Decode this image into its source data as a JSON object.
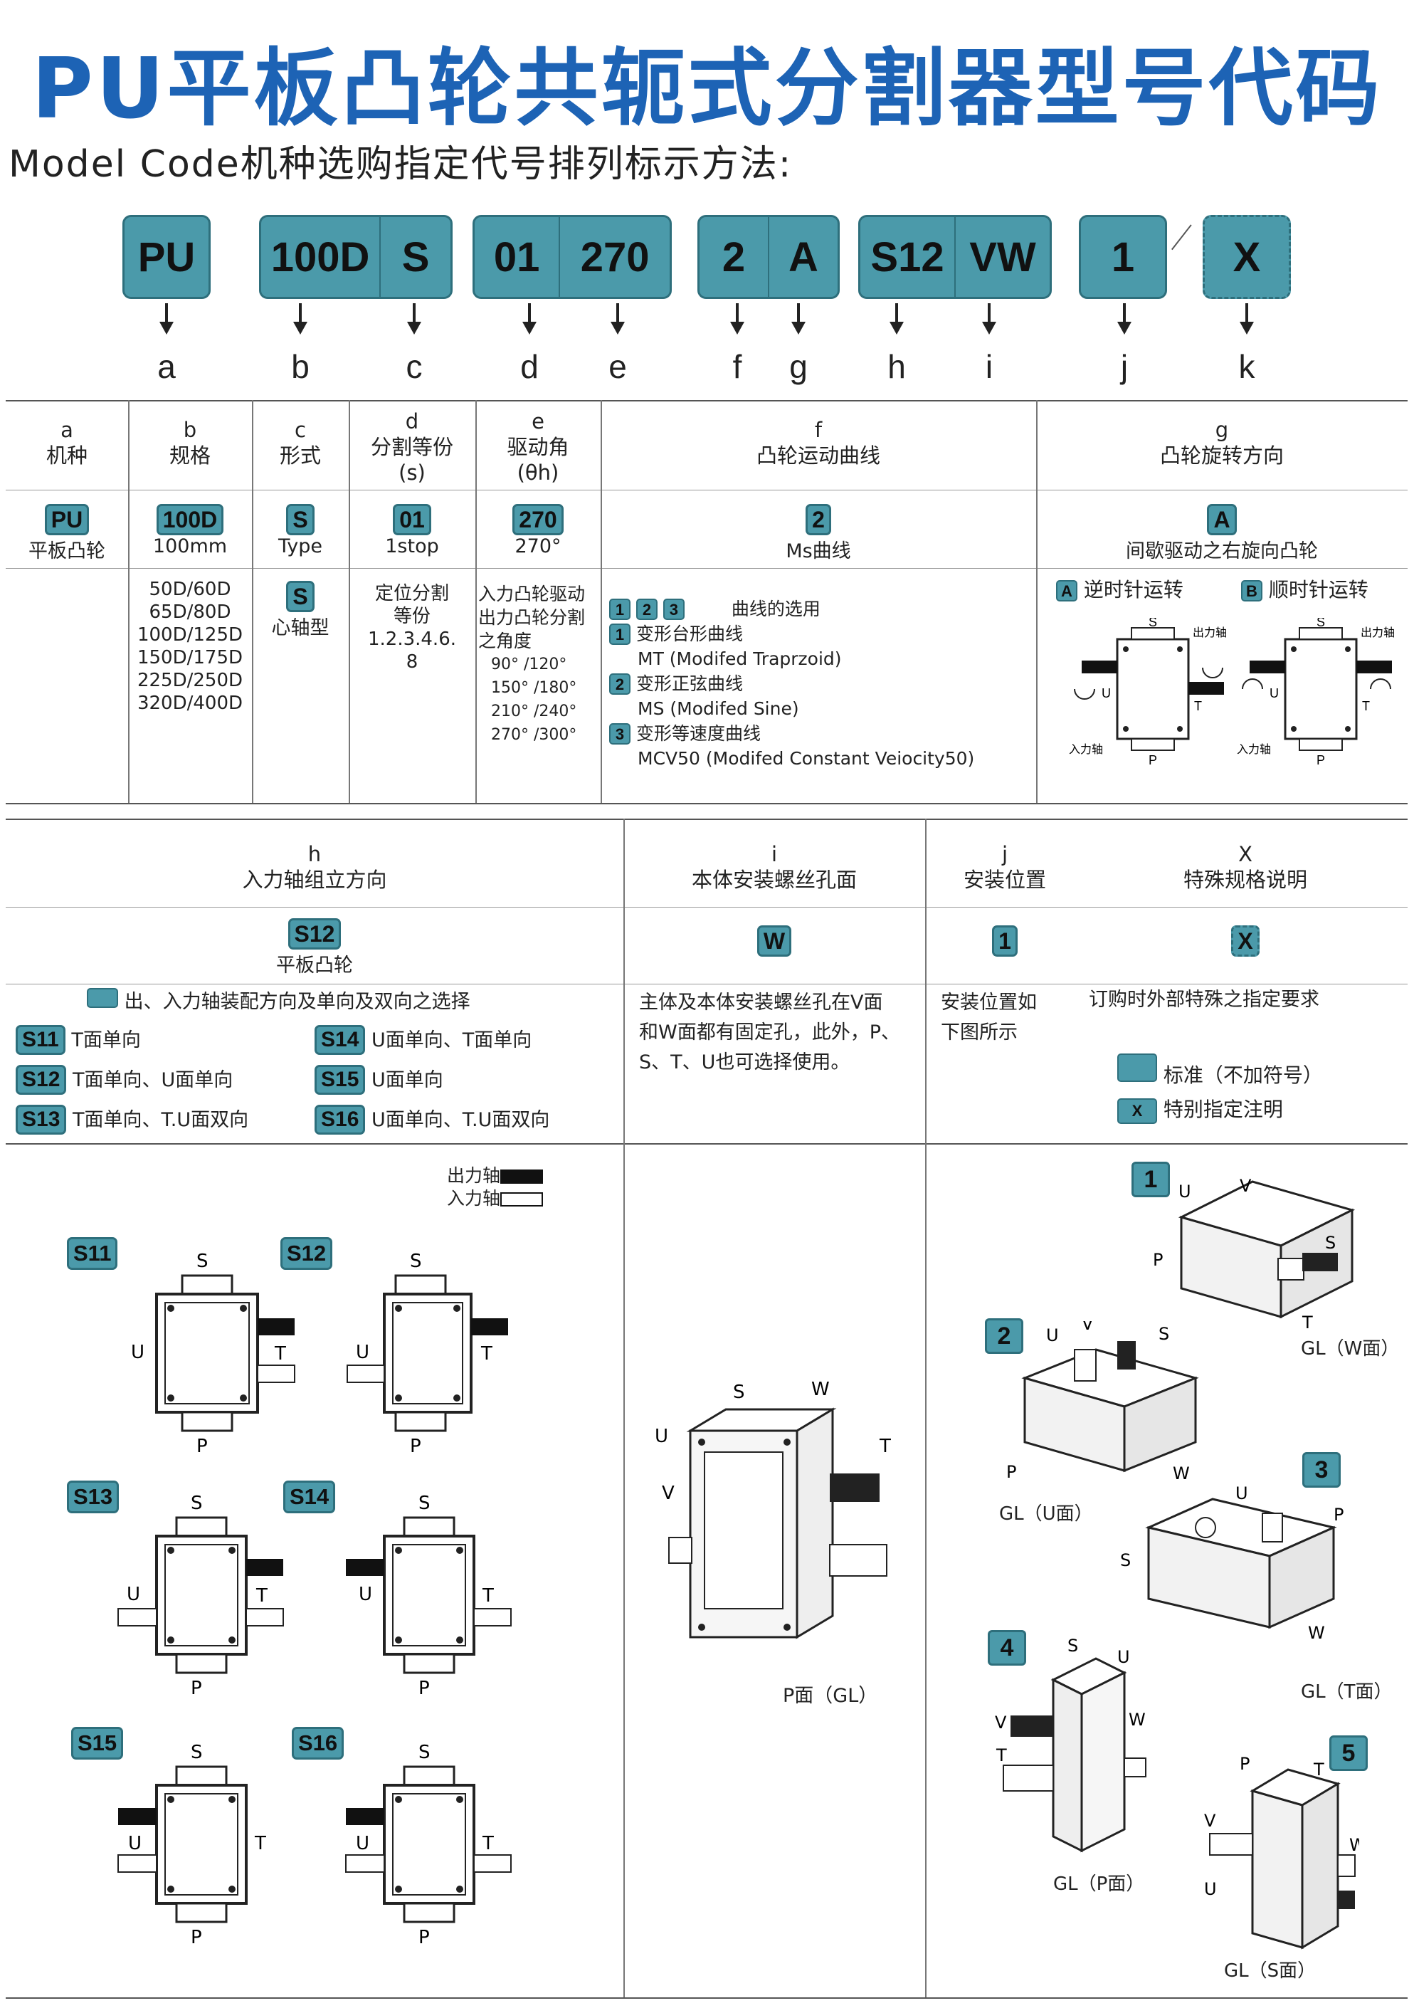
{
  "title": "PU平板凸轮共轭式分割器型号代码",
  "subtitle": "Model Code机种选购指定代号排列标示方法:",
  "code_boxes": [
    {
      "segments": [
        "PU"
      ]
    },
    {
      "segments": [
        "100D",
        "S"
      ]
    },
    {
      "segments": [
        "01",
        "270"
      ]
    },
    {
      "segments": [
        "2",
        "A"
      ]
    },
    {
      "segments": [
        "S12",
        "VW"
      ]
    },
    {
      "segments": [
        "1"
      ]
    },
    {
      "segments": [
        "X"
      ]
    }
  ],
  "letters": [
    "a",
    "b",
    "c",
    "d",
    "e",
    "f",
    "g",
    "h",
    "i",
    "j",
    "k"
  ],
  "table1": {
    "headers": [
      {
        "letter": "a",
        "label": "机种"
      },
      {
        "letter": "b",
        "label": "规格"
      },
      {
        "letter": "c",
        "label": "形式"
      },
      {
        "letter": "d",
        "label": "分割等份",
        "sub": "(s)"
      },
      {
        "letter": "e",
        "label": "驱动角",
        "sub": "(θh)"
      },
      {
        "letter": "f",
        "label": "凸轮运动曲线"
      },
      {
        "letter": "g",
        "label": "凸轮旋转方向"
      }
    ],
    "examples": [
      {
        "code": "PU",
        "desc": "平板凸轮"
      },
      {
        "code": "100D",
        "desc": "100mm"
      },
      {
        "code": "S",
        "desc": "Type"
      },
      {
        "code": "01",
        "desc": "1stop"
      },
      {
        "code": "270",
        "desc": "270°"
      },
      {
        "code": "2",
        "desc": "Ms曲线"
      },
      {
        "code": "A",
        "desc": "间歇驱动之右旋向凸轮"
      }
    ],
    "specs": [
      "50D/60D",
      "65D/80D",
      "100D/125D",
      "150D/175D",
      "225D/250D",
      "320D/400D"
    ],
    "type_code": "S",
    "type_desc": "心轴型",
    "stops_text": [
      "定位分割",
      "等份",
      "1.2.3.4.6.",
      "8"
    ],
    "angle_text": [
      "入力凸轮驱动",
      "出力凸轮分割",
      "之角度"
    ],
    "angles": [
      "90°  /120°",
      "150°  /180°",
      "210°  /240°",
      "270°  /300°"
    ],
    "curve_select": "曲线的选用",
    "curves": [
      {
        "num": "1",
        "zh": "变形台形曲线",
        "en": "MT (Modifed Traprzoid)"
      },
      {
        "num": "2",
        "zh": "变形正弦曲线",
        "en": "MS (Modifed Sine)"
      },
      {
        "num": "3",
        "zh": "变形等速度曲线",
        "en": "MCV50 (Modifed    Constant    Veiocity50)"
      }
    ],
    "rot": [
      {
        "code": "A",
        "label": "逆时针运转"
      },
      {
        "code": "B",
        "label": "顺时针运转"
      }
    ],
    "rot_labels": {
      "s": "S",
      "p": "P",
      "t": "T",
      "u": "U",
      "out": "出力轴",
      "in": "入力轴"
    }
  },
  "table2": {
    "headers": [
      {
        "letter": "h",
        "label": "入力轴组立方向"
      },
      {
        "letter": "i",
        "label": "本体安装螺丝孔面"
      },
      {
        "letter": "j",
        "label": "安装位置"
      },
      {
        "letter": "X",
        "label": "特殊规格说明"
      }
    ],
    "examples": [
      {
        "code": "S12",
        "desc": "平板凸轮"
      },
      {
        "code": "W",
        "desc": ""
      },
      {
        "code": "1",
        "desc": ""
      },
      {
        "code": "X",
        "desc": ""
      }
    ],
    "h_intro": "出、入力轴装配方向及单向及双向之选择",
    "h_options": [
      {
        "code": "S11",
        "label": "T面单向"
      },
      {
        "code": "S12",
        "label": "T面单向、U面单向"
      },
      {
        "code": "S13",
        "label": "T面单向、T.U面双向"
      },
      {
        "code": "S14",
        "label": "U面单向、T面单向"
      },
      {
        "code": "S15",
        "label": "U面单向"
      },
      {
        "code": "S16",
        "label": "U面单向、T.U面双向"
      }
    ],
    "i_text": [
      "主体及本体安装螺丝孔在V面",
      "和W面都有固定孔，此外，P、",
      "S、T、U也可选择使用。"
    ],
    "j_text": [
      "安装位置如",
      "下图所示"
    ],
    "x_text": "订购时外部特殊之指定要求",
    "x_standard": "标准（不加符号）",
    "x_special_code": "X",
    "x_special": "特别指定注明"
  },
  "legend": {
    "out": "出力轴",
    "in": "入力轴"
  },
  "diagram_ids": [
    "S11",
    "S12",
    "S13",
    "S14",
    "S15",
    "S16"
  ],
  "face_letters": {
    "s": "S",
    "p": "P",
    "u": "U",
    "t": "T",
    "v": "V",
    "w": "W"
  },
  "center_caption": "P面（GL）",
  "positions": [
    {
      "num": "1",
      "caption": "GL（W面）"
    },
    {
      "num": "2",
      "caption": "GL（U面）"
    },
    {
      "num": "3",
      "caption": "GL（T面）"
    },
    {
      "num": "4",
      "caption": "GL（P面）"
    },
    {
      "num": "5",
      "caption": "GL（S面）"
    }
  ],
  "colors": {
    "brand_blue": "#1d63b5",
    "chip_teal": "#4b9aaa",
    "chip_border": "#2e6f7c"
  }
}
